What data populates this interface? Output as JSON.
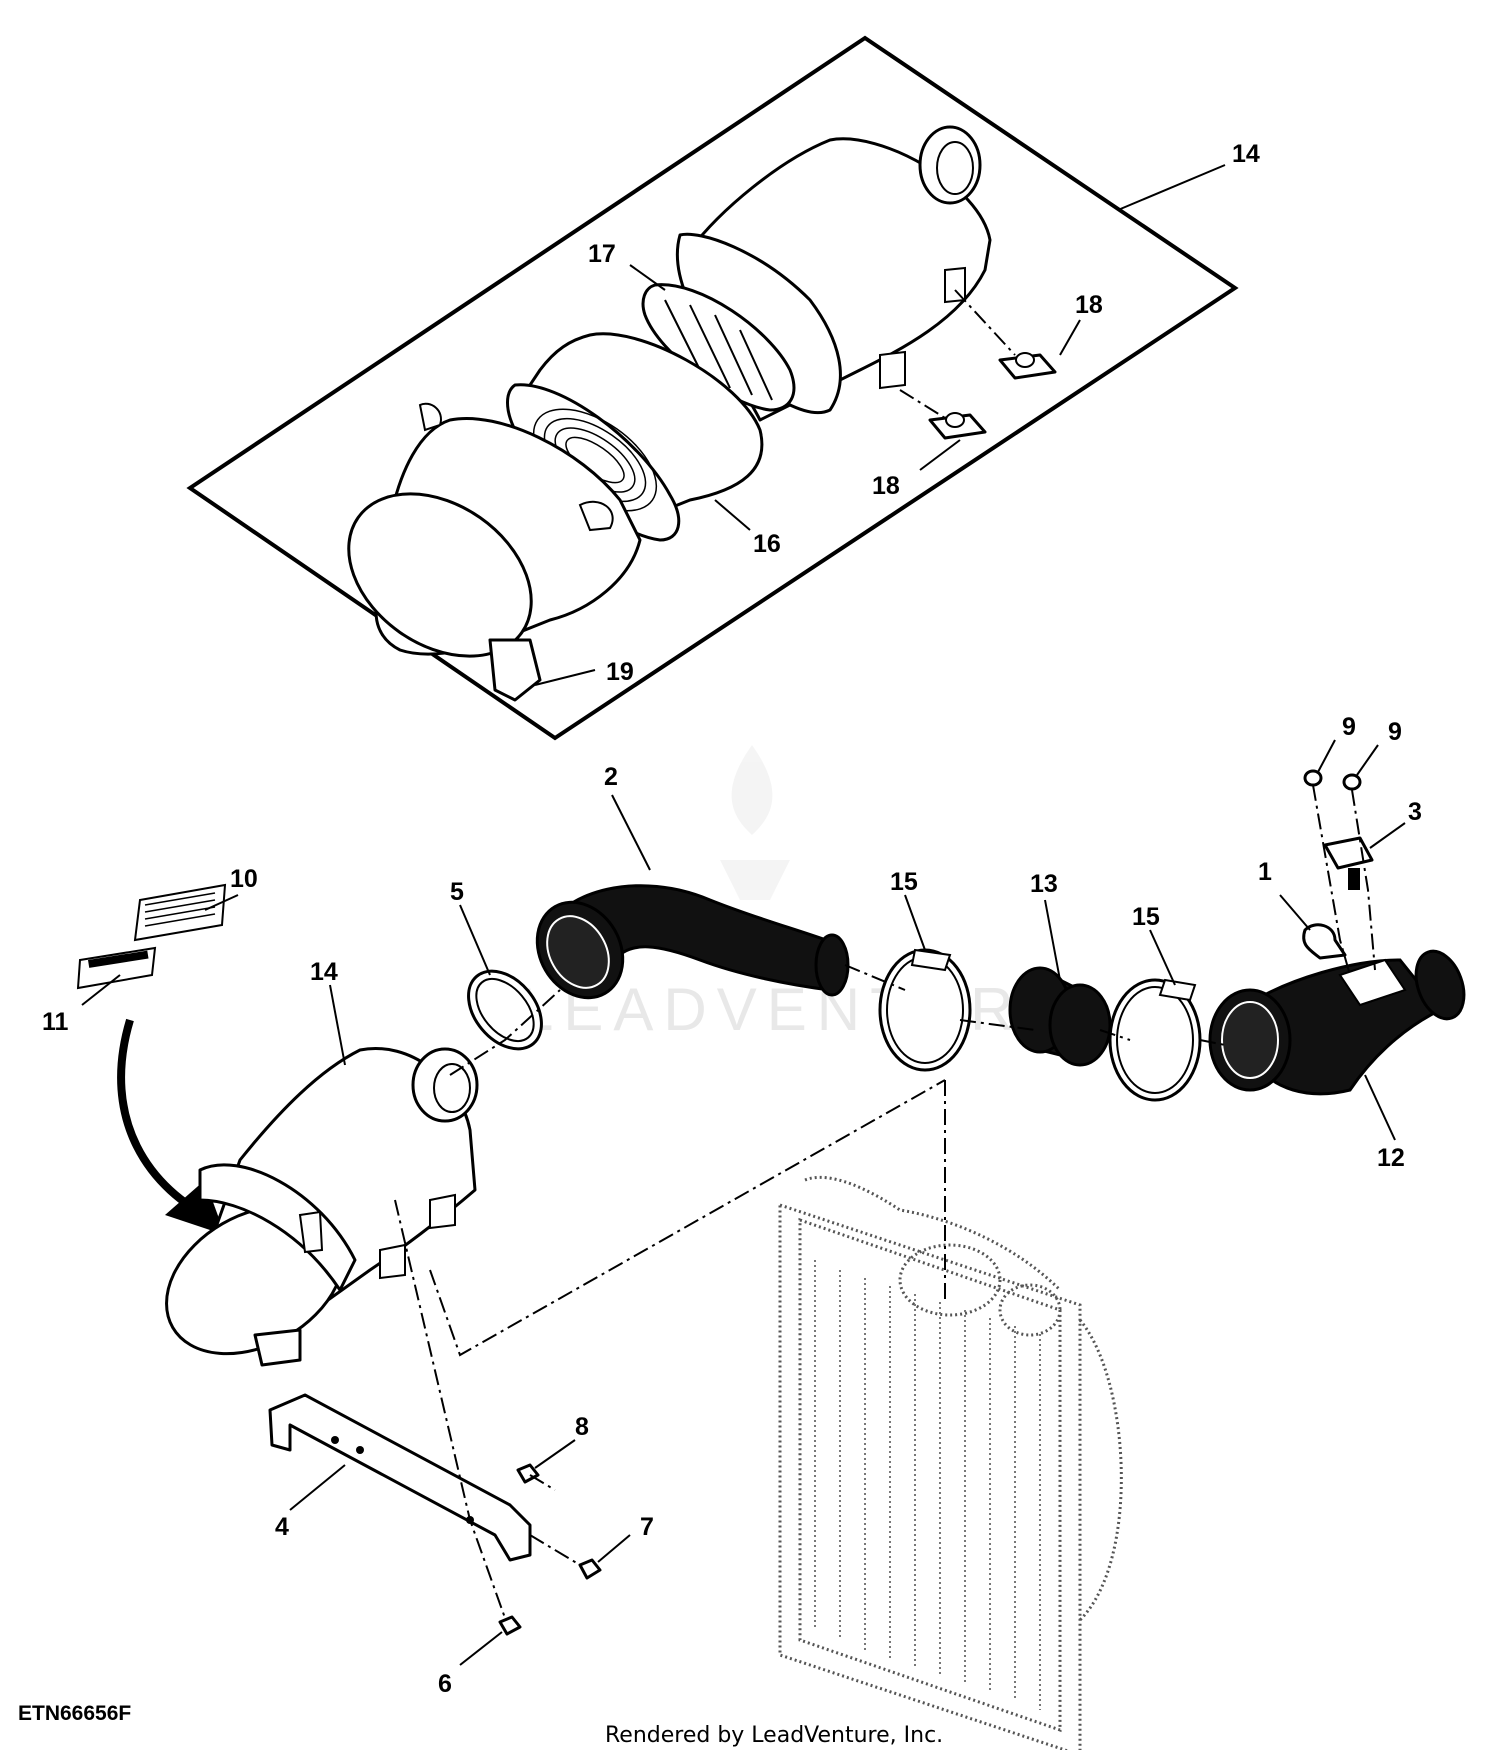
{
  "diagram": {
    "figure_code": "ETN66656F",
    "credit": "Rendered by LeadVenture, Inc.",
    "watermark": "LEADVENTURE",
    "callouts": {
      "c1": "1",
      "c2": "2",
      "c3": "3",
      "c4": "4",
      "c5": "5",
      "c6": "6",
      "c7": "7",
      "c8": "8",
      "c9a": "9",
      "c9b": "9",
      "c10": "10",
      "c11": "11",
      "c12": "12",
      "c13": "13",
      "c14_top": "14",
      "c14_bottom": "14",
      "c15a": "15",
      "c15b": "15",
      "c16": "16",
      "c17": "17",
      "c18_top": "18",
      "c18_bottom": "18",
      "c19": "19"
    }
  }
}
